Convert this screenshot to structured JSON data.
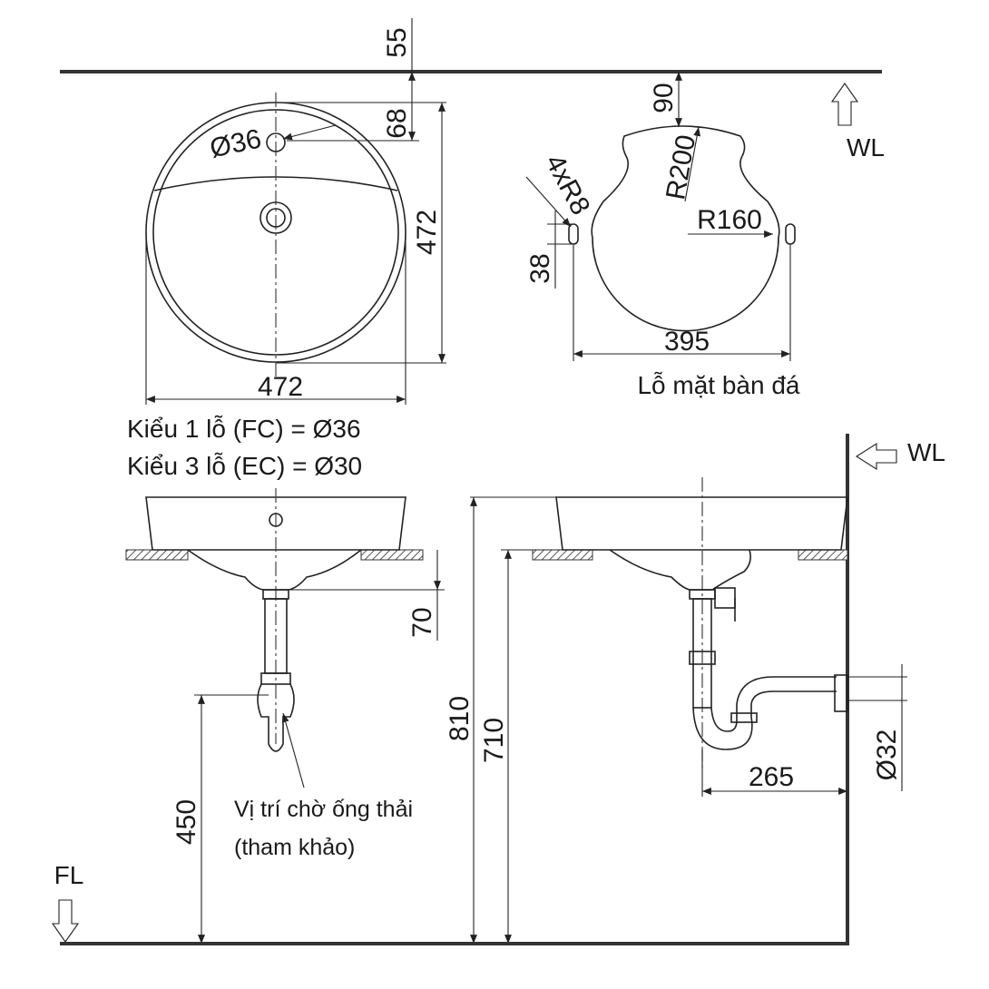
{
  "top_view": {
    "dim_55": "55",
    "dim_68": "68",
    "dim_472_height": "472",
    "dim_472_width": "472",
    "dia_36": "Ø36"
  },
  "cutout_view": {
    "dim_90": "90",
    "r200": "R200",
    "r160": "R160",
    "r8": "4xR8",
    "dim_38": "38",
    "dim_395": "395",
    "caption": "Lỗ mặt bàn đá"
  },
  "notes": {
    "line1": "Kiểu 1 lỗ (FC) = Ø36",
    "line2": "Kiểu 3 lỗ (EC) = Ø30"
  },
  "front_view": {
    "dim_70": "70",
    "dim_450": "450",
    "callout_line1": "Vị trí chờ ống thải",
    "callout_line2": "(tham khảo)"
  },
  "side_view": {
    "dim_810": "810",
    "dim_710": "710",
    "dim_265": "265",
    "dia_32": "Ø32"
  },
  "levels": {
    "wl_top": "WL",
    "wl_side": "WL",
    "fl": "FL"
  }
}
